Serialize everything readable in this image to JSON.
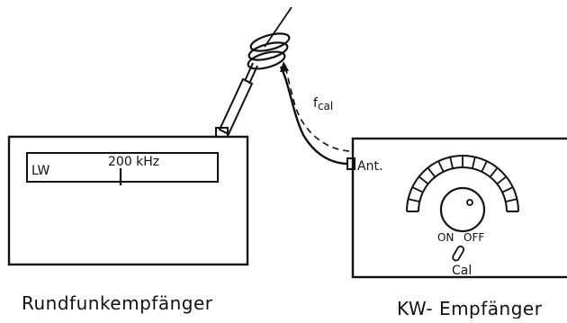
{
  "labels": {
    "radio_receiver": "Rundfunkempfänger",
    "sw_receiver": "KW- Empfänger",
    "band": "LW",
    "frequency": "200 kHz",
    "antenna_terminal": "Ant.",
    "on": "ON",
    "off": "OFF",
    "cal": "Cal",
    "signal_f": "f",
    "signal_sub": "cal"
  },
  "colors": {
    "ink": "#111111",
    "background": "#ffffff"
  }
}
